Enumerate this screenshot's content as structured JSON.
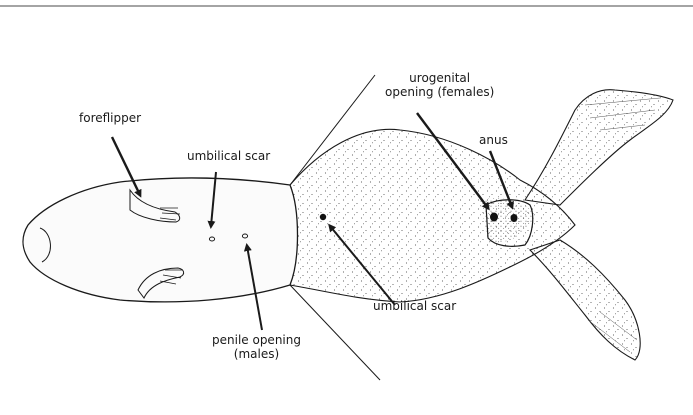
{
  "labels": {
    "foreflipper": "foreflipper",
    "umbilical_scar_male": "umbilical scar",
    "umbilical_scar_female": "umbilical scar",
    "penile_opening": [
      "penile opening",
      "(males)"
    ],
    "urogenital_opening": [
      "urogenital",
      "opening (females)"
    ],
    "anus": "anus"
  },
  "colors": {
    "line": "#1a1a1a",
    "stipple": "#3a3a3a",
    "body_fill": "#fbfbfb",
    "top_rule": "#4a4a4a"
  }
}
